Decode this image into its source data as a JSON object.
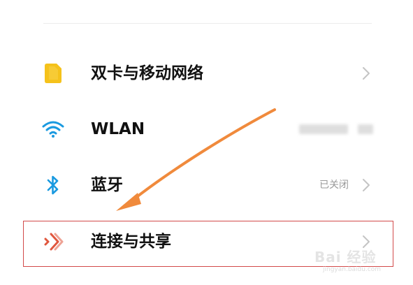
{
  "settings": {
    "items": [
      {
        "label": "双卡与移动网络",
        "icon": "sim-card-icon",
        "status": ""
      },
      {
        "label": "WLAN",
        "icon": "wifi-icon",
        "status": ""
      },
      {
        "label": "蓝牙",
        "icon": "bluetooth-icon",
        "status": "已关闭"
      },
      {
        "label": "连接与共享",
        "icon": "connection-sharing-icon",
        "status": ""
      }
    ]
  },
  "annotation": {
    "highlight_color": "#d24a4a",
    "arrow_color": "#f08a3c"
  },
  "watermark": {
    "text": "Bai 经验",
    "subtext": "jingyan.baidu.com"
  },
  "colors": {
    "sim_icon": "#f5c21b",
    "wifi_icon": "#1a9ae0",
    "bluetooth_icon": "#1a9ae0",
    "connection_icon": "#e0573e"
  }
}
